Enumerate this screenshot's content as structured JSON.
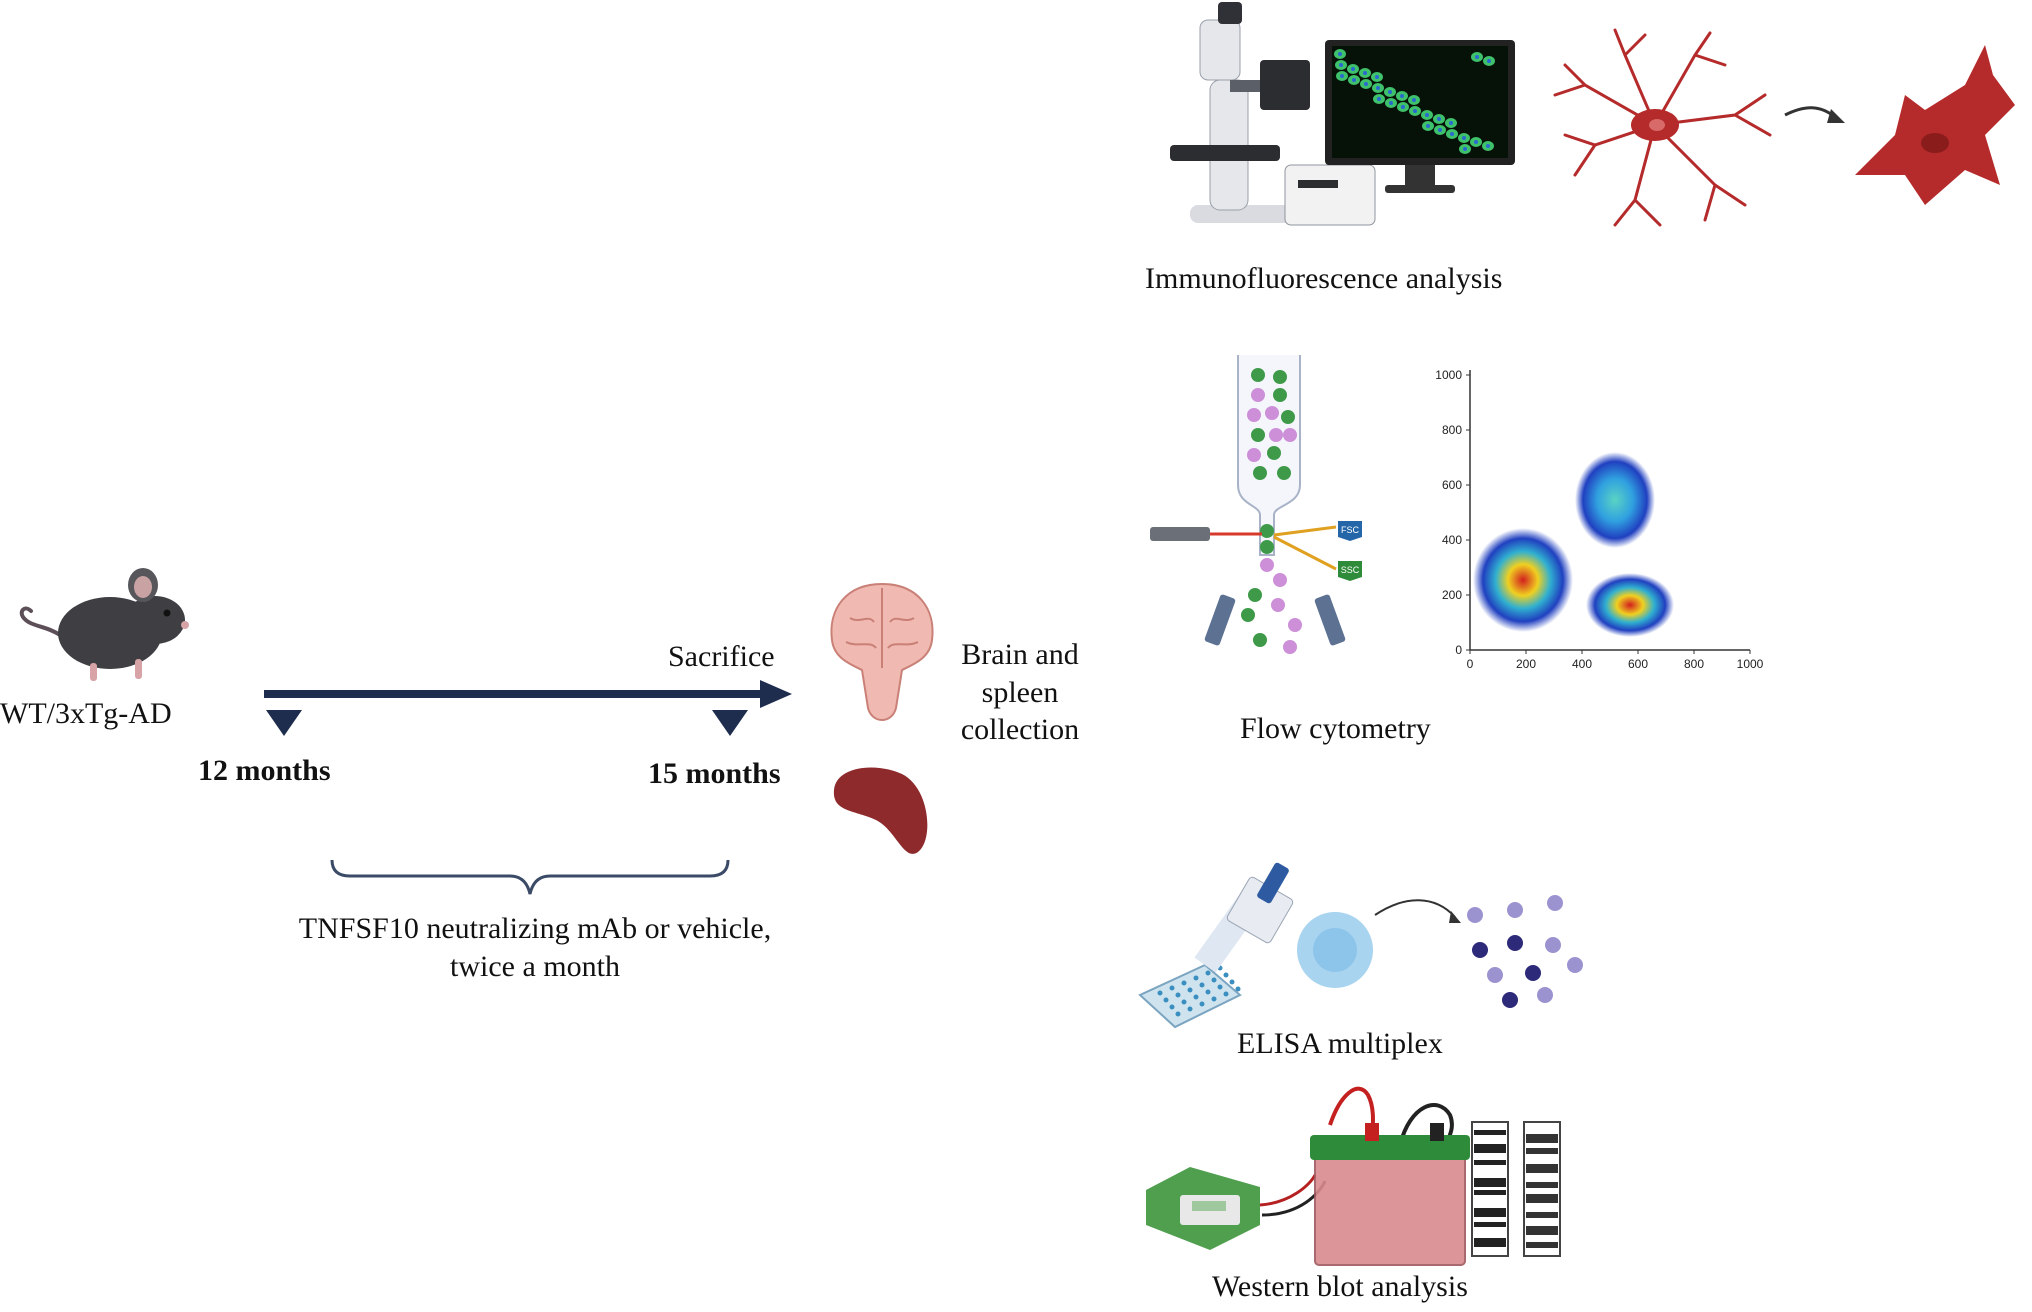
{
  "left_panel": {
    "mouse_label": "WT/3xTg-AD",
    "start_time": "12 months",
    "end_time": "15 months",
    "endpoint": "Sacrifice",
    "collection": [
      "Brain and",
      "spleen",
      "collection"
    ],
    "treatment": [
      "TNFSF10 neutralizing mAb or vehicle,",
      "twice a month"
    ]
  },
  "analyses": [
    {
      "label": "Immunofluorescence analysis"
    },
    {
      "label": "Flow cytometry"
    },
    {
      "label": "ELISA multiplex"
    },
    {
      "label": "Western blot analysis"
    }
  ],
  "flow_plot": {
    "x_ticks": [
      "0",
      "200",
      "400",
      "600",
      "800",
      "1000"
    ],
    "y_ticks": [
      "0",
      "200",
      "400",
      "600",
      "800",
      "1000"
    ],
    "fsc_tag": "FSC",
    "ssc_tag": "SSC"
  },
  "colors": {
    "timeline": "#1e2d4d",
    "neuron_red": "#b52a2a",
    "spleen": "#8e2a2c",
    "flow_green": "#3e9a48",
    "flow_purple": "#cc8fd8"
  },
  "icons": [
    "mouse-icon",
    "brain-icon",
    "spleen-icon",
    "microscope-icon",
    "neuron-icon",
    "flow-cell-icon",
    "pipette-icon",
    "electrophoresis-icon"
  ]
}
